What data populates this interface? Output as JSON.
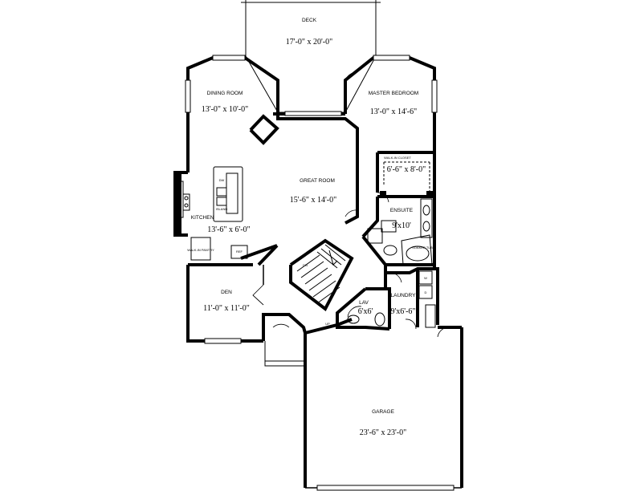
{
  "rooms": {
    "deck": {
      "name": "DECK",
      "dim": "17'-0\" x 20'-0\""
    },
    "dining": {
      "name": "DINING ROOM",
      "dim": "13'-0\" x 10'-0\""
    },
    "master": {
      "name": "MASTER BEDROOM",
      "dim": "13'-0\" x 14'-6\""
    },
    "great": {
      "name": "GREAT ROOM",
      "dim": "15'-6\" x 14'-0\""
    },
    "walkin_closet": {
      "name": "WALK-IN CLOSET",
      "dim": "6'-6\" x 8'-0\""
    },
    "ensuite": {
      "name": "ENSUITE",
      "dim": "9'x10'"
    },
    "kitchen": {
      "name": "KITCHEN",
      "dim": "13'-6\" x 6'-0\""
    },
    "den": {
      "name": "DEN",
      "dim": "11'-0\" x 11'-0\""
    },
    "lav": {
      "name": "LAV",
      "dim": "6'x6'"
    },
    "laundry": {
      "name": "LAUNDRY",
      "dim": "9'x6'-6\""
    },
    "garage": {
      "name": "GARAGE",
      "dim": "23'-6\" x 23'-0\""
    }
  },
  "fixtures": {
    "island": "ISLAND",
    "dw": "DW",
    "ref": "REF",
    "walkin_pantry": "WALK-IN PANTRY",
    "soaker_tub": "SOAKER TUB",
    "stair_up": "UP",
    "stair_dn": "DN",
    "washer": "W",
    "dryer": "D"
  }
}
